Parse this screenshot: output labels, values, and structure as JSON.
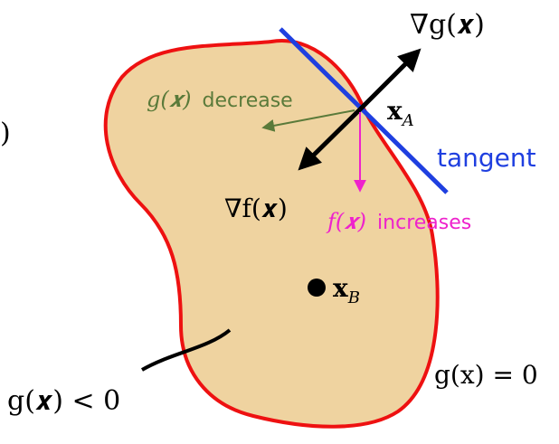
{
  "labels": {
    "grad_g": "∇g(𝒙)",
    "g_decrease_math": "g(𝒙)",
    "g_decrease_word": "decrease",
    "point_a": "x",
    "point_a_sub": "A",
    "tangent": "tangent",
    "grad_f": "∇f(𝒙)",
    "f_increase_math": "f(𝒙)",
    "f_increase_word": "increases",
    "point_b": "x",
    "point_b_sub": "B",
    "g_negative": "g(𝒙) < 0",
    "g_boundary": "g(x) = 0",
    "edge_paren": ")"
  },
  "colors": {
    "region_fill": "#efd3a0",
    "boundary": "#ee1111",
    "tangent": "#1f3fe0",
    "g_decrease": "#5a7a3a",
    "f_increase": "#ee22cc",
    "arrow": "#000000"
  }
}
